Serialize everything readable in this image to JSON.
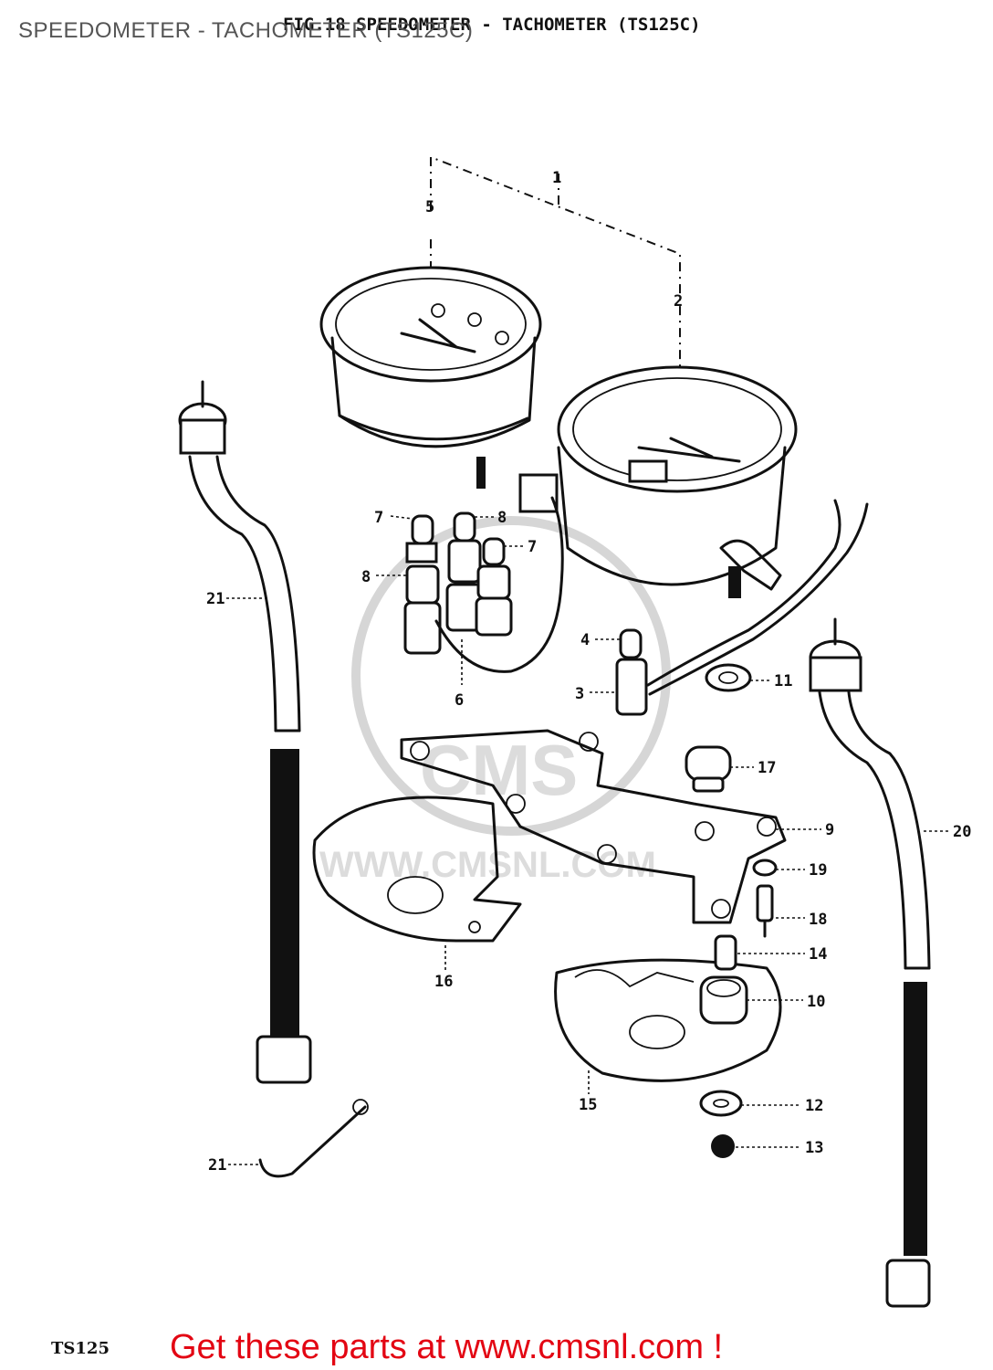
{
  "header": {
    "page_title": "SPEEDOMETER - TACHOMETER (TS125C)",
    "scan_title": "FIG.18 SPEEDOMETER - TACHOMETER (TS125C)"
  },
  "watermark": {
    "logo_text": "CMS",
    "url_text": "WWW.CMSNL.COM"
  },
  "callouts": [
    "1",
    "2",
    "3",
    "4",
    "5",
    "6",
    "7",
    "7",
    "8",
    "8",
    "9",
    "10",
    "11",
    "12",
    "13",
    "14",
    "15",
    "16",
    "17",
    "18",
    "19",
    "20",
    "21",
    "21"
  ],
  "footer": {
    "model_code": "TS125",
    "link_text": "Get these parts at www.cmsnl.com !"
  }
}
